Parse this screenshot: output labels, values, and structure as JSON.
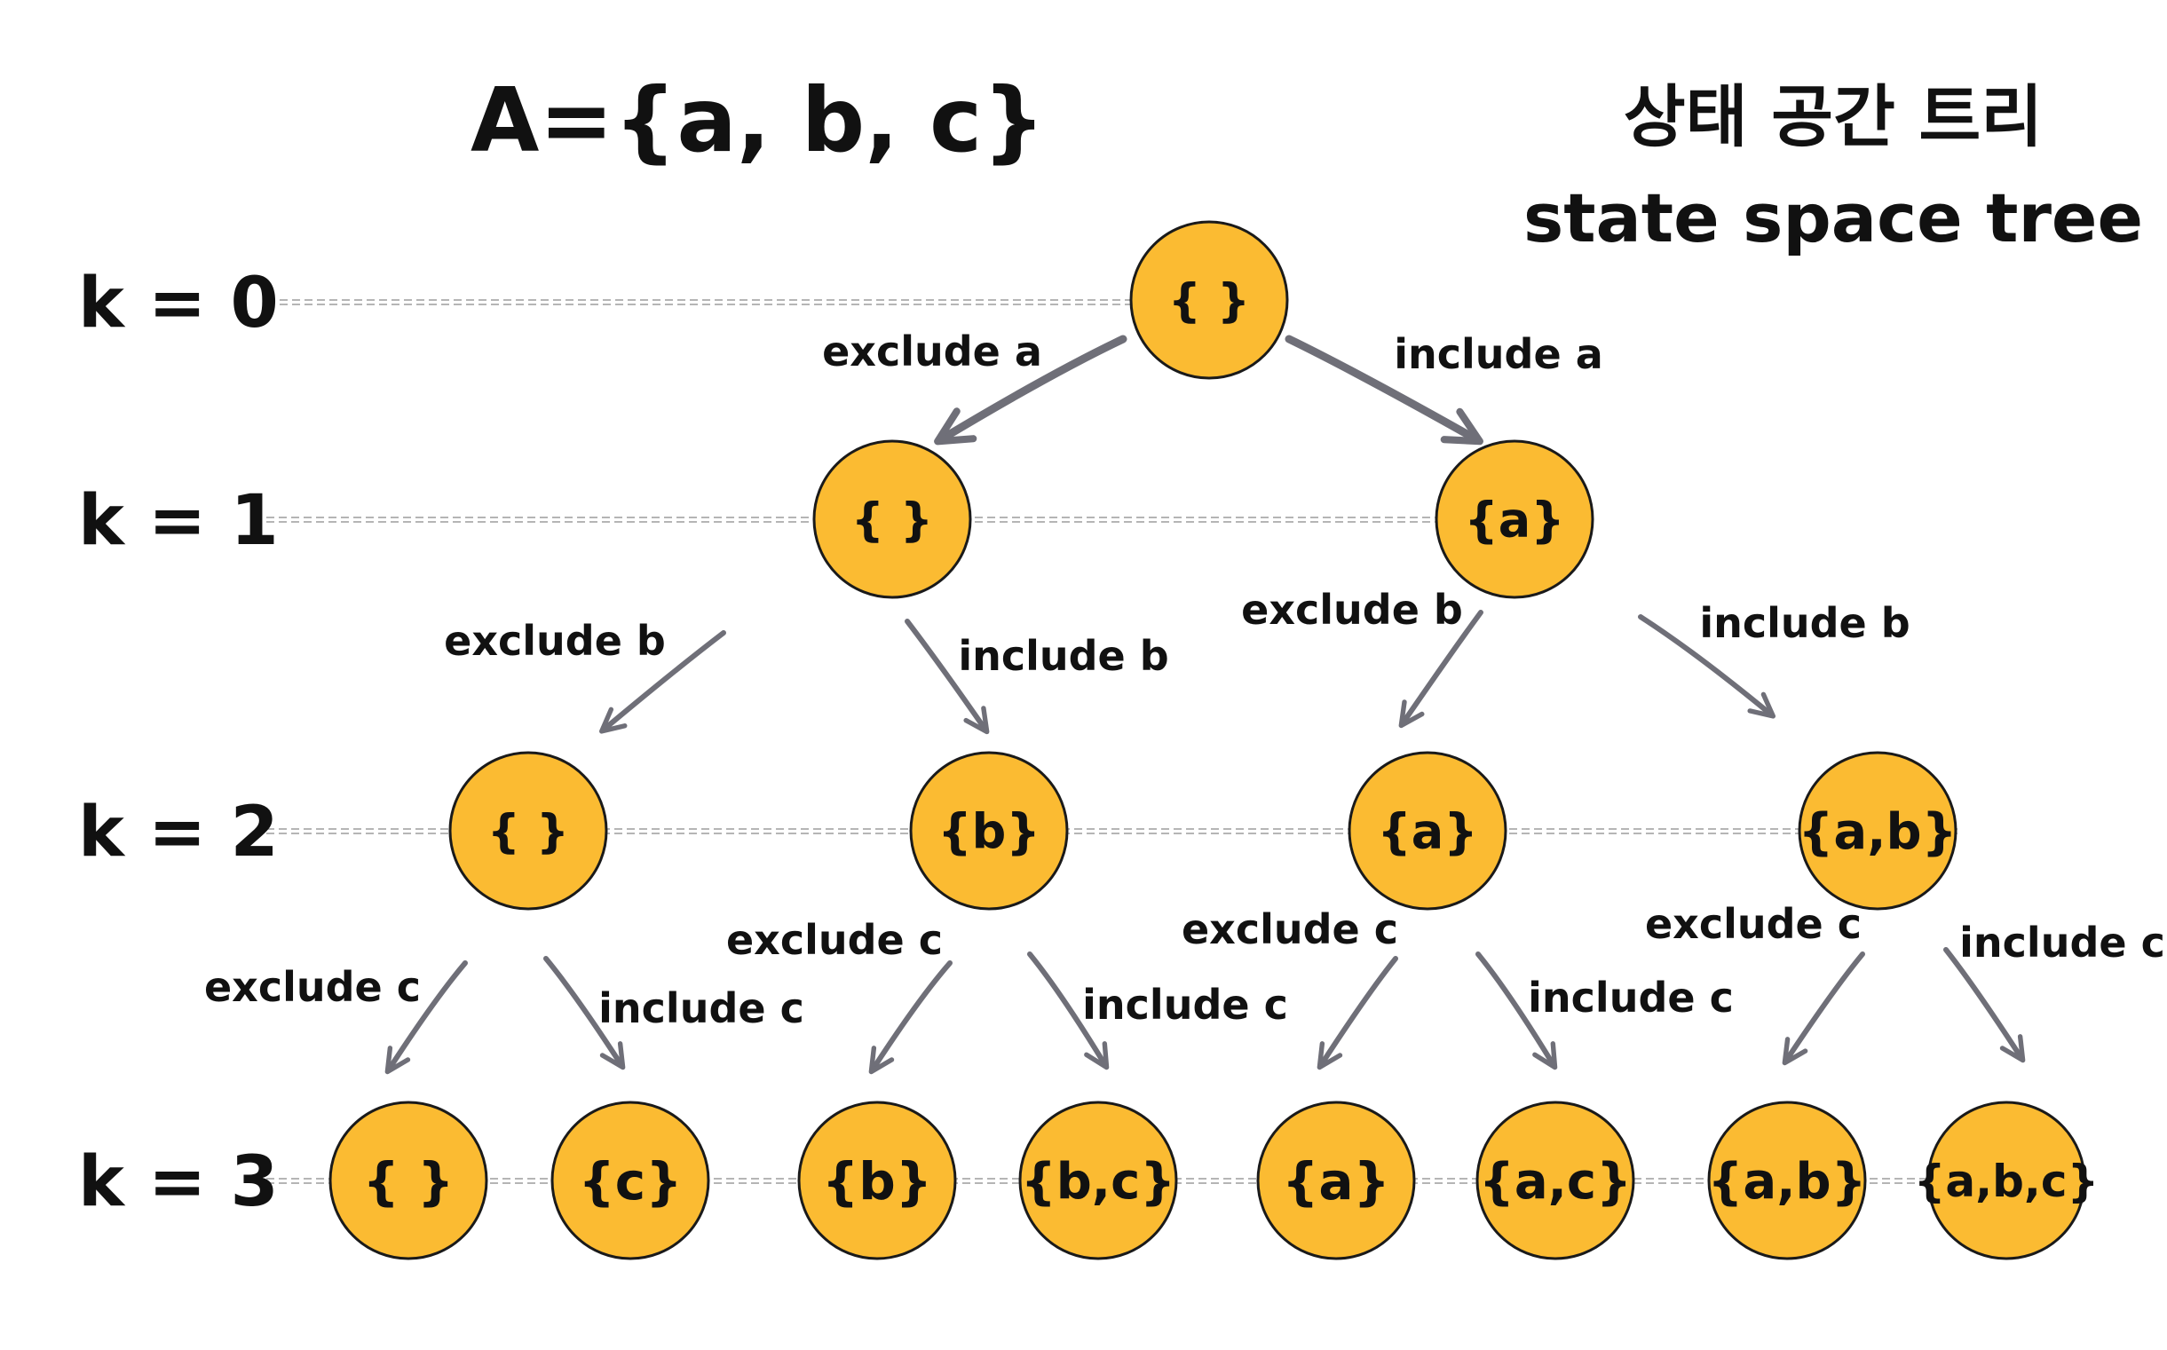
{
  "title": "A={a, b, c}",
  "heading": {
    "korean": "상태 공간 트리",
    "english": "state space tree"
  },
  "colors": {
    "node_fill": "#FBBB32",
    "node_stroke": "#1a1a1a",
    "arrow": "#6f6f78",
    "level_line": "#b5b5b5",
    "text": "#111111"
  },
  "levels": [
    "k = 0",
    "k = 1",
    "k = 2",
    "k = 3"
  ],
  "nodes": [
    {
      "id": "n0",
      "label": "{ }",
      "level": 0
    },
    {
      "id": "n1a",
      "label": "{ }",
      "level": 1
    },
    {
      "id": "n1b",
      "label": "{a}",
      "level": 1
    },
    {
      "id": "n2a",
      "label": "{ }",
      "level": 2
    },
    {
      "id": "n2b",
      "label": "{b}",
      "level": 2
    },
    {
      "id": "n2c",
      "label": "{a}",
      "level": 2
    },
    {
      "id": "n2d",
      "label": "{a,b}",
      "level": 2
    },
    {
      "id": "n3a",
      "label": "{ }",
      "level": 3
    },
    {
      "id": "n3b",
      "label": "{c}",
      "level": 3
    },
    {
      "id": "n3c",
      "label": "{b}",
      "level": 3
    },
    {
      "id": "n3d",
      "label": "{b,c}",
      "level": 3
    },
    {
      "id": "n3e",
      "label": "{a}",
      "level": 3
    },
    {
      "id": "n3f",
      "label": "{a,c}",
      "level": 3
    },
    {
      "id": "n3g",
      "label": "{a,b}",
      "level": 3
    },
    {
      "id": "n3h",
      "label": "{a,b,c}",
      "level": 3
    }
  ],
  "edges": [
    {
      "from": "n0",
      "to": "n1a",
      "label": "exclude a"
    },
    {
      "from": "n0",
      "to": "n1b",
      "label": "include a"
    },
    {
      "from": "n1a",
      "to": "n2a",
      "label": "exclude b"
    },
    {
      "from": "n1a",
      "to": "n2b",
      "label": "include b"
    },
    {
      "from": "n1b",
      "to": "n2c",
      "label": "exclude b"
    },
    {
      "from": "n1b",
      "to": "n2d",
      "label": "include b"
    },
    {
      "from": "n2a",
      "to": "n3a",
      "label": "exclude c"
    },
    {
      "from": "n2a",
      "to": "n3b",
      "label": "include c"
    },
    {
      "from": "n2b",
      "to": "n3c",
      "label": "exclude c"
    },
    {
      "from": "n2b",
      "to": "n3d",
      "label": "include c"
    },
    {
      "from": "n2c",
      "to": "n3e",
      "label": "exclude c"
    },
    {
      "from": "n2c",
      "to": "n3f",
      "label": "include c"
    },
    {
      "from": "n2d",
      "to": "n3g",
      "label": "exclude c"
    },
    {
      "from": "n2d",
      "to": "n3h",
      "label": "include c"
    }
  ]
}
